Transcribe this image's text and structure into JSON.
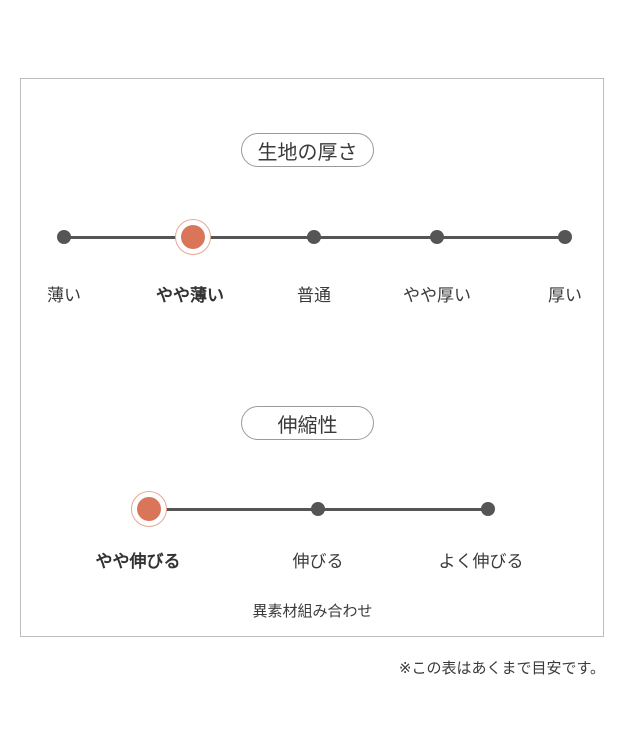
{
  "thickness": {
    "title": "生地の厚さ",
    "options": [
      "薄い",
      "やや薄い",
      "普通",
      "やや厚い",
      "厚い"
    ],
    "selected_index": 1
  },
  "stretch": {
    "title": "伸縮性",
    "options": [
      "やや伸びる",
      "伸びる",
      "よく伸びる"
    ],
    "selected_index": 0
  },
  "material_note": "異素材組み合わせ",
  "disclaimer": "※この表はあくまで目安です。",
  "colors": {
    "accent": "#d97659",
    "track": "#555555",
    "border": "#bdbdbd"
  }
}
